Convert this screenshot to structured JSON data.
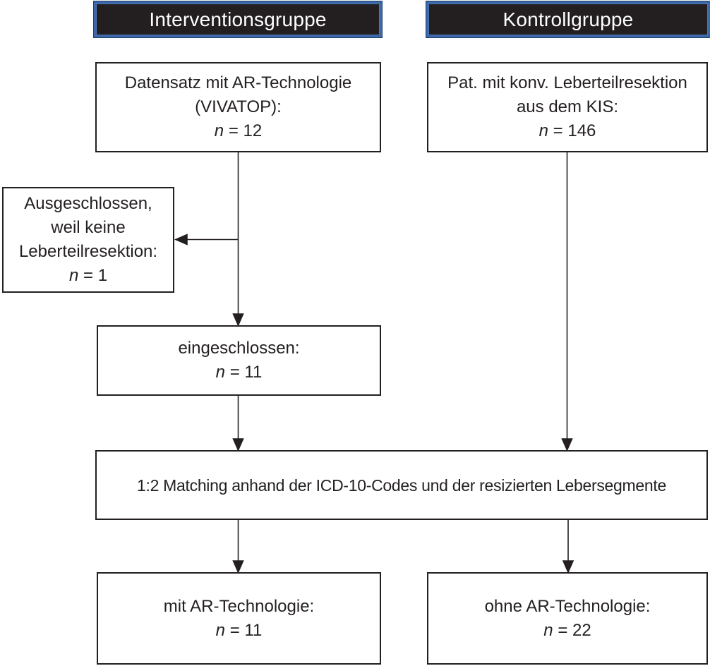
{
  "headers": {
    "intervention": {
      "label": "Interventionsgruppe"
    },
    "control": {
      "label": "Kontrollgruppe"
    }
  },
  "boxes": {
    "intervention_source": {
      "line1": "Datensatz mit AR-Technologie",
      "line2": "(VIVATOP):",
      "n_var": "n",
      "n_value": "= 12"
    },
    "control_source": {
      "line1": "Pat. mit konv. Leberteilresektion",
      "line2": "aus dem KIS:",
      "n_var": "n",
      "n_value": "= 146"
    },
    "excluded": {
      "line1": "Ausgeschlossen,",
      "line2": "weil keine",
      "line3": "Leberteilresektion:",
      "n_var": "n",
      "n_value": "= 1"
    },
    "included": {
      "line1": "eingeschlossen:",
      "n_var": "n",
      "n_value": "= 11"
    },
    "matching": {
      "line1": "1:2 Matching anhand der ICD-10-Codes und der resizierten Lebersegmente"
    },
    "with_ar": {
      "line1": "mit AR-Technologie:",
      "n_var": "n",
      "n_value": "= 11"
    },
    "without_ar": {
      "line1": "ohne AR-Technologie:",
      "n_var": "n",
      "n_value": "= 22"
    }
  },
  "colors": {
    "header_fill": "#231f20",
    "header_border_blue": "#3c68a8",
    "header_text": "#ffffff",
    "box_border": "#231f20",
    "box_fill": "#ffffff",
    "text": "#231f20",
    "arrow": "#231f20"
  }
}
